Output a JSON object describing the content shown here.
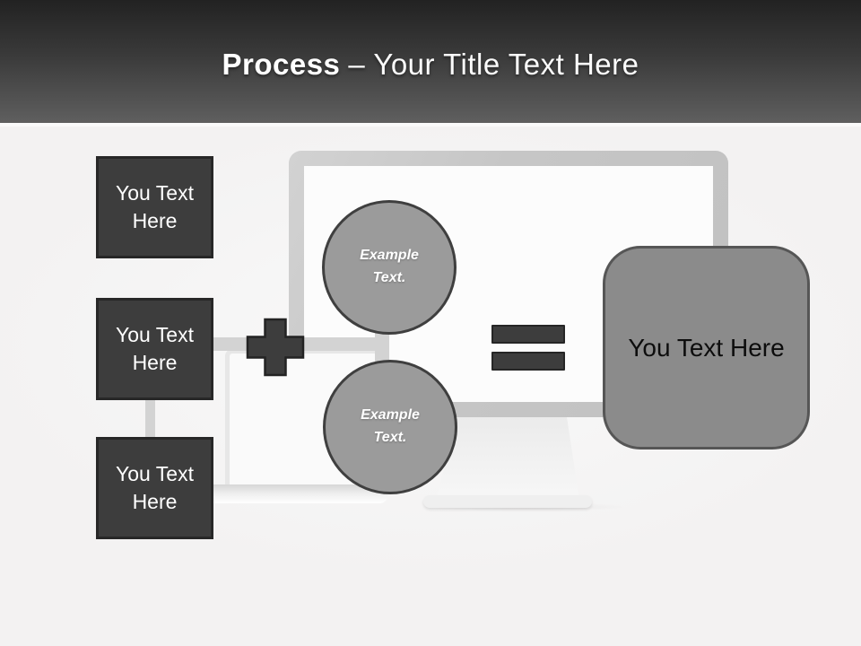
{
  "header": {
    "title_bold": "Process",
    "title_rest": "– Your Title Text Here"
  },
  "diagram": {
    "input_boxes": [
      {
        "label": "You Text Here"
      },
      {
        "label": "You Text Here"
      },
      {
        "label": "You Text Here"
      }
    ],
    "example_circles": [
      {
        "label": "Example Text."
      },
      {
        "label": "Example Text."
      }
    ],
    "result_box": {
      "label": "You Text Here"
    },
    "operators": {
      "plus": "plus-sign",
      "equals": "equals-sign"
    },
    "illustrations": [
      "desktop-monitor",
      "laptop"
    ]
  },
  "colors": {
    "header_gradient_top": "#222222",
    "header_gradient_bottom": "#5f5f5f",
    "title_text": "#ffffff",
    "box_fill": "#3d3d3d",
    "box_border": "#272727",
    "box_text": "#ffffff",
    "circle_fill": "#9b9b9b",
    "circle_border": "#3f3f3f",
    "circle_text": "#ffffff",
    "result_fill": "#8b8b8b",
    "result_border": "#565656",
    "result_text": "#0d0d0d",
    "operator_fill": "#3d3d3d",
    "operator_border": "#262626",
    "connector": "#d3d3d3",
    "monitor_frame": "#c6c6c6",
    "slide_background": "#f3f2f2"
  }
}
